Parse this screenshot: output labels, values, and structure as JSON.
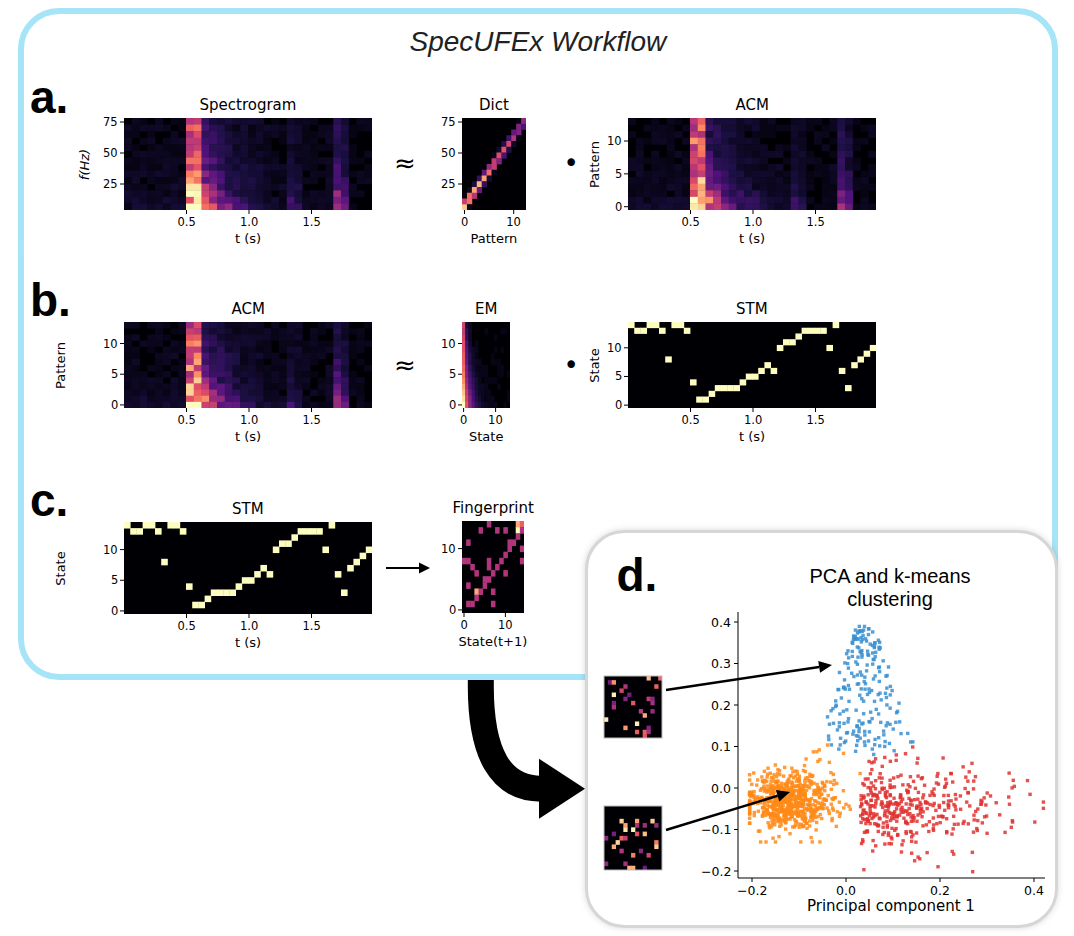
{
  "diagram": {
    "nodes": [
      {
        "text": [
          "SpecUFEx Workflow"
        ]
      },
      {
        "text": [
          "d.",
          "PCA and k-means clustering"
        ]
      }
    ],
    "edges": [
      {
        "from": 0,
        "to": 1,
        "arrow": "to"
      }
    ],
    "labels": [
      "a.",
      "Spectrogram",
      "f(Hz)",
      "75",
      "50",
      "25",
      "0.5",
      "1.0",
      "1.5",
      "t (s)",
      "≈",
      "Dict",
      "75",
      "50",
      "25",
      "0",
      "10",
      "Pattern",
      "•",
      "ACM",
      "Pattern",
      "10",
      "5",
      "0",
      "0.5",
      "1.0",
      "1.5",
      "t (s)",
      "b.",
      "ACM",
      "Pattern",
      "10",
      "5",
      "0",
      "0.5",
      "1.0",
      "1.5",
      "t (s)",
      "≈",
      "EM",
      "10",
      "5",
      "0",
      "0",
      "10",
      "State",
      "•",
      "STM",
      "State",
      "10",
      "5",
      "0",
      "0.5",
      "1.0",
      "1.5",
      "t (s)",
      "c.",
      "STM",
      "State",
      "10",
      "5",
      "0",
      "0.5",
      "1.0",
      "1.5",
      "t (s)",
      "Fingerprint",
      "10",
      "0",
      "0",
      "10",
      "State(t+1)",
      "0.4",
      "0.3",
      "0.2",
      "0.1",
      "0.0",
      "−0.1",
      "−0.2",
      "−0.2",
      "0.0",
      "0.2",
      "0.4",
      "Principal component 1"
    ]
  }
}
